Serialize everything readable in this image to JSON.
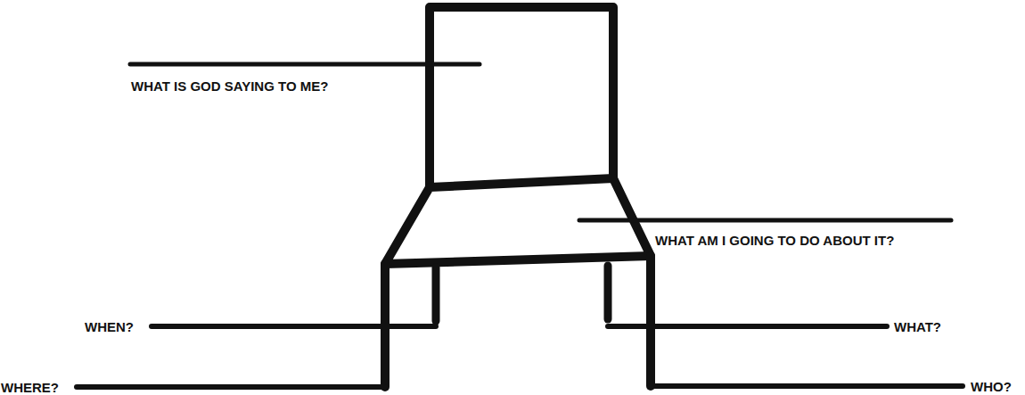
{
  "diagram": {
    "labels": [
      "WHAT IS GOD SAYING TO ME?",
      "WHAT AM I GOING TO DO ABOUT IT?",
      "WHEN?",
      "WHAT?",
      "WHERE?",
      "WHO?"
    ]
  }
}
